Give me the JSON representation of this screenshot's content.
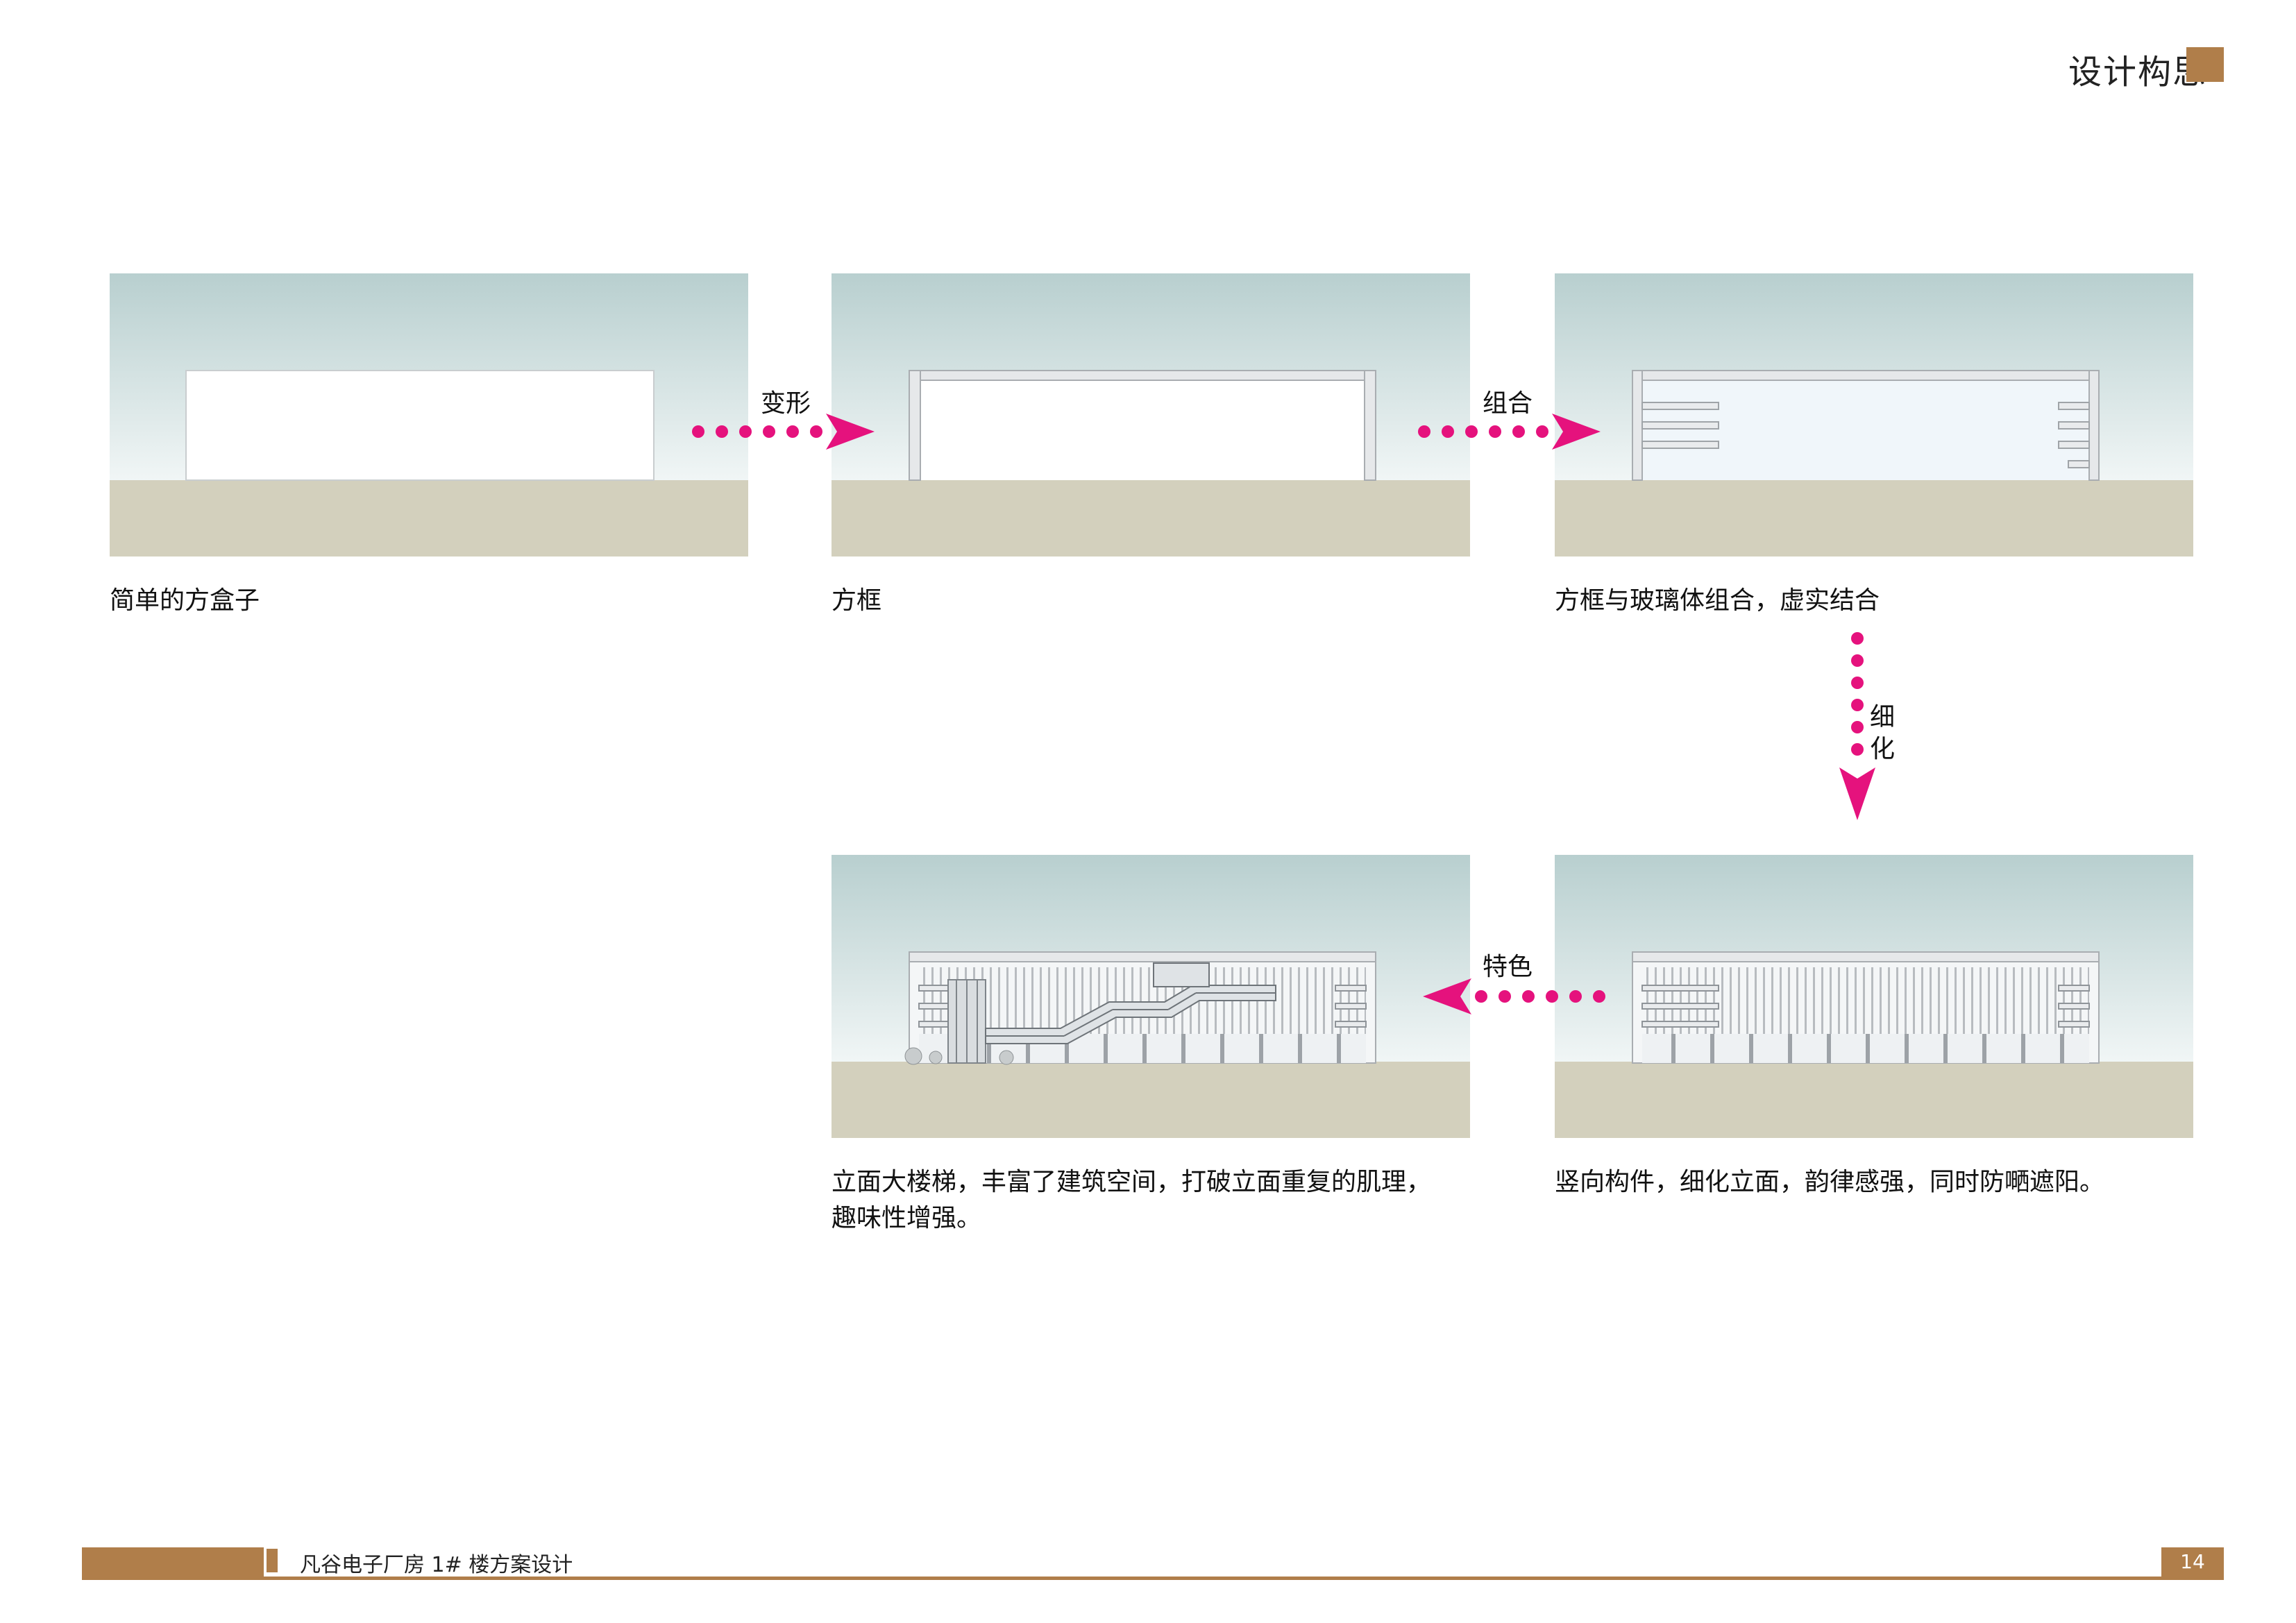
{
  "header": {
    "title": "设计构思"
  },
  "steps": [
    {
      "caption": "简单的方盒子"
    },
    {
      "caption": "方框"
    },
    {
      "caption": "方框与玻璃体组合，虚实结合"
    },
    {
      "caption": "竖向构件，细化立面，韵律感强，同时防嗮遮阳。"
    },
    {
      "caption_line1": "立面大楼梯，丰富了建筑空间，打破立面重复的肌理，",
      "caption_line2": "趣味性增强。"
    }
  ],
  "arrows": {
    "a1": "变形",
    "a2": "组合",
    "a3_line1": "细",
    "a3_line2": "化",
    "a4": "特色"
  },
  "footer": {
    "project": "凡谷电子厂房 1# 楼方案设计",
    "page": "14"
  },
  "colors": {
    "accent": "#b07e4a",
    "arrow": "#e5127d",
    "sky_top": "#b8cfcf",
    "ground": "#d3d0bd"
  }
}
